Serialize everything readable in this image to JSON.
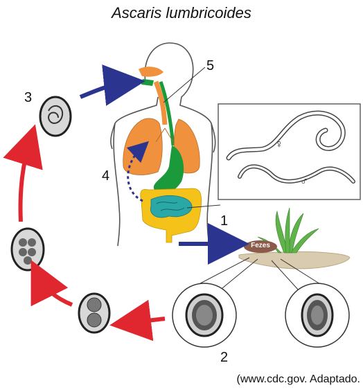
{
  "title": "Ascaris lumbricoides",
  "labels": {
    "n1": "1",
    "n2": "2",
    "n3": "3",
    "n4": "4",
    "n5": "5",
    "fezes": "Fezes"
  },
  "symbols": {
    "female": "♀",
    "male": "♂"
  },
  "credit": "(www.cdc.gov. Adaptado.",
  "colors": {
    "red_arrow": "#e0262f",
    "blue_arrow": "#2b3590",
    "lungs": "#f0913e",
    "stomach": "#1a9a3a",
    "small_intestine": "#2aa7a7",
    "large_intestine": "#f5c21a",
    "soil": "#d9cbb0",
    "grass": "#5fb34a",
    "feces": "#8b5a4a"
  }
}
